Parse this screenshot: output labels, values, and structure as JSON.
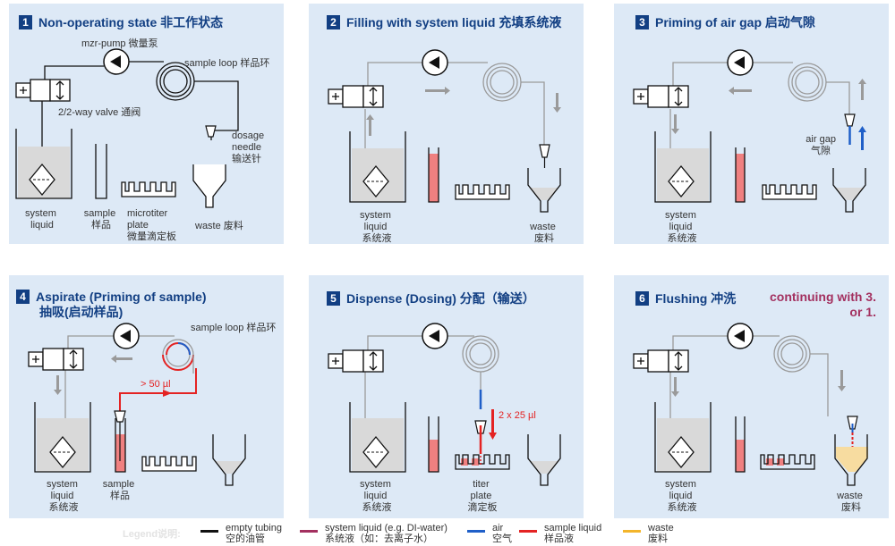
{
  "colors": {
    "panel_bg": "#dde9f6",
    "title": "#123f83",
    "empty_tubing": "#111111",
    "system_liquid": "#a3305f",
    "air": "#1f5fc8",
    "sample_liquid": "#e42323",
    "waste": "#f3b52b",
    "grey_line": "#9a9a9a",
    "sample_fill": "#f08080",
    "waste_fill": "#f7dca0"
  },
  "panels": [
    {
      "num": "1",
      "title": "Non-operating state 非工作状态",
      "labels": {
        "pump": "mzr-pump 微量泵",
        "loop": "sample loop 样品环",
        "valve": "2/2-way valve 通阀",
        "needle": [
          "dosage",
          "needle",
          "输送针"
        ],
        "system": [
          "system",
          "liquid"
        ],
        "sample": [
          "sample",
          "样品"
        ],
        "plate": [
          "microtiter",
          "plate",
          "微量滴定板"
        ],
        "waste": "waste 废料"
      }
    },
    {
      "num": "2",
      "title": "Filling with system liquid 充填系统液",
      "labels": {
        "system": [
          "system",
          "liquid",
          "系统液"
        ],
        "waste": [
          "waste",
          "废料"
        ]
      }
    },
    {
      "num": "3",
      "title": "Priming of air gap 启动气隙",
      "labels": {
        "system": [
          "system",
          "liquid",
          "系统液"
        ],
        "air": [
          "air gap",
          "气隙"
        ]
      }
    },
    {
      "num": "4",
      "title": [
        "Aspirate (Priming of sample)",
        "抽吸(启动样品)"
      ],
      "labels": {
        "loop": "sample loop 样品环",
        "volume": "> 50 µl",
        "system": [
          "system",
          "liquid",
          "系统液"
        ],
        "sample": [
          "sample",
          "样品"
        ]
      }
    },
    {
      "num": "5",
      "title": "Dispense (Dosing) 分配（输送）",
      "labels": {
        "volume": "2 x 25 µl",
        "system": [
          "system",
          "liquid",
          "系统液"
        ],
        "plate": [
          "titer",
          "plate",
          "滴定板"
        ]
      }
    },
    {
      "num": "6",
      "title": "Flushing 冲洗",
      "note": [
        "continuing with 3.",
        "or 1."
      ],
      "labels": {
        "system": [
          "system",
          "liquid",
          "系统液"
        ],
        "waste": [
          "waste",
          "废料"
        ]
      }
    }
  ],
  "legend": {
    "title": "Legend说明:",
    "items": [
      {
        "text": [
          "empty tubing",
          "空的油管"
        ],
        "color": "#111111"
      },
      {
        "text": [
          "system liquid (e.g. DI-water)",
          "系统液（如：去离子水）"
        ],
        "color": "#a3305f"
      },
      {
        "text": [
          "air",
          "空气"
        ],
        "color": "#1f5fc8"
      },
      {
        "text": [
          "sample liquid",
          "样品液"
        ],
        "color": "#e42323"
      },
      {
        "text": [
          "waste",
          "废料"
        ],
        "color": "#f3b52b"
      }
    ]
  }
}
